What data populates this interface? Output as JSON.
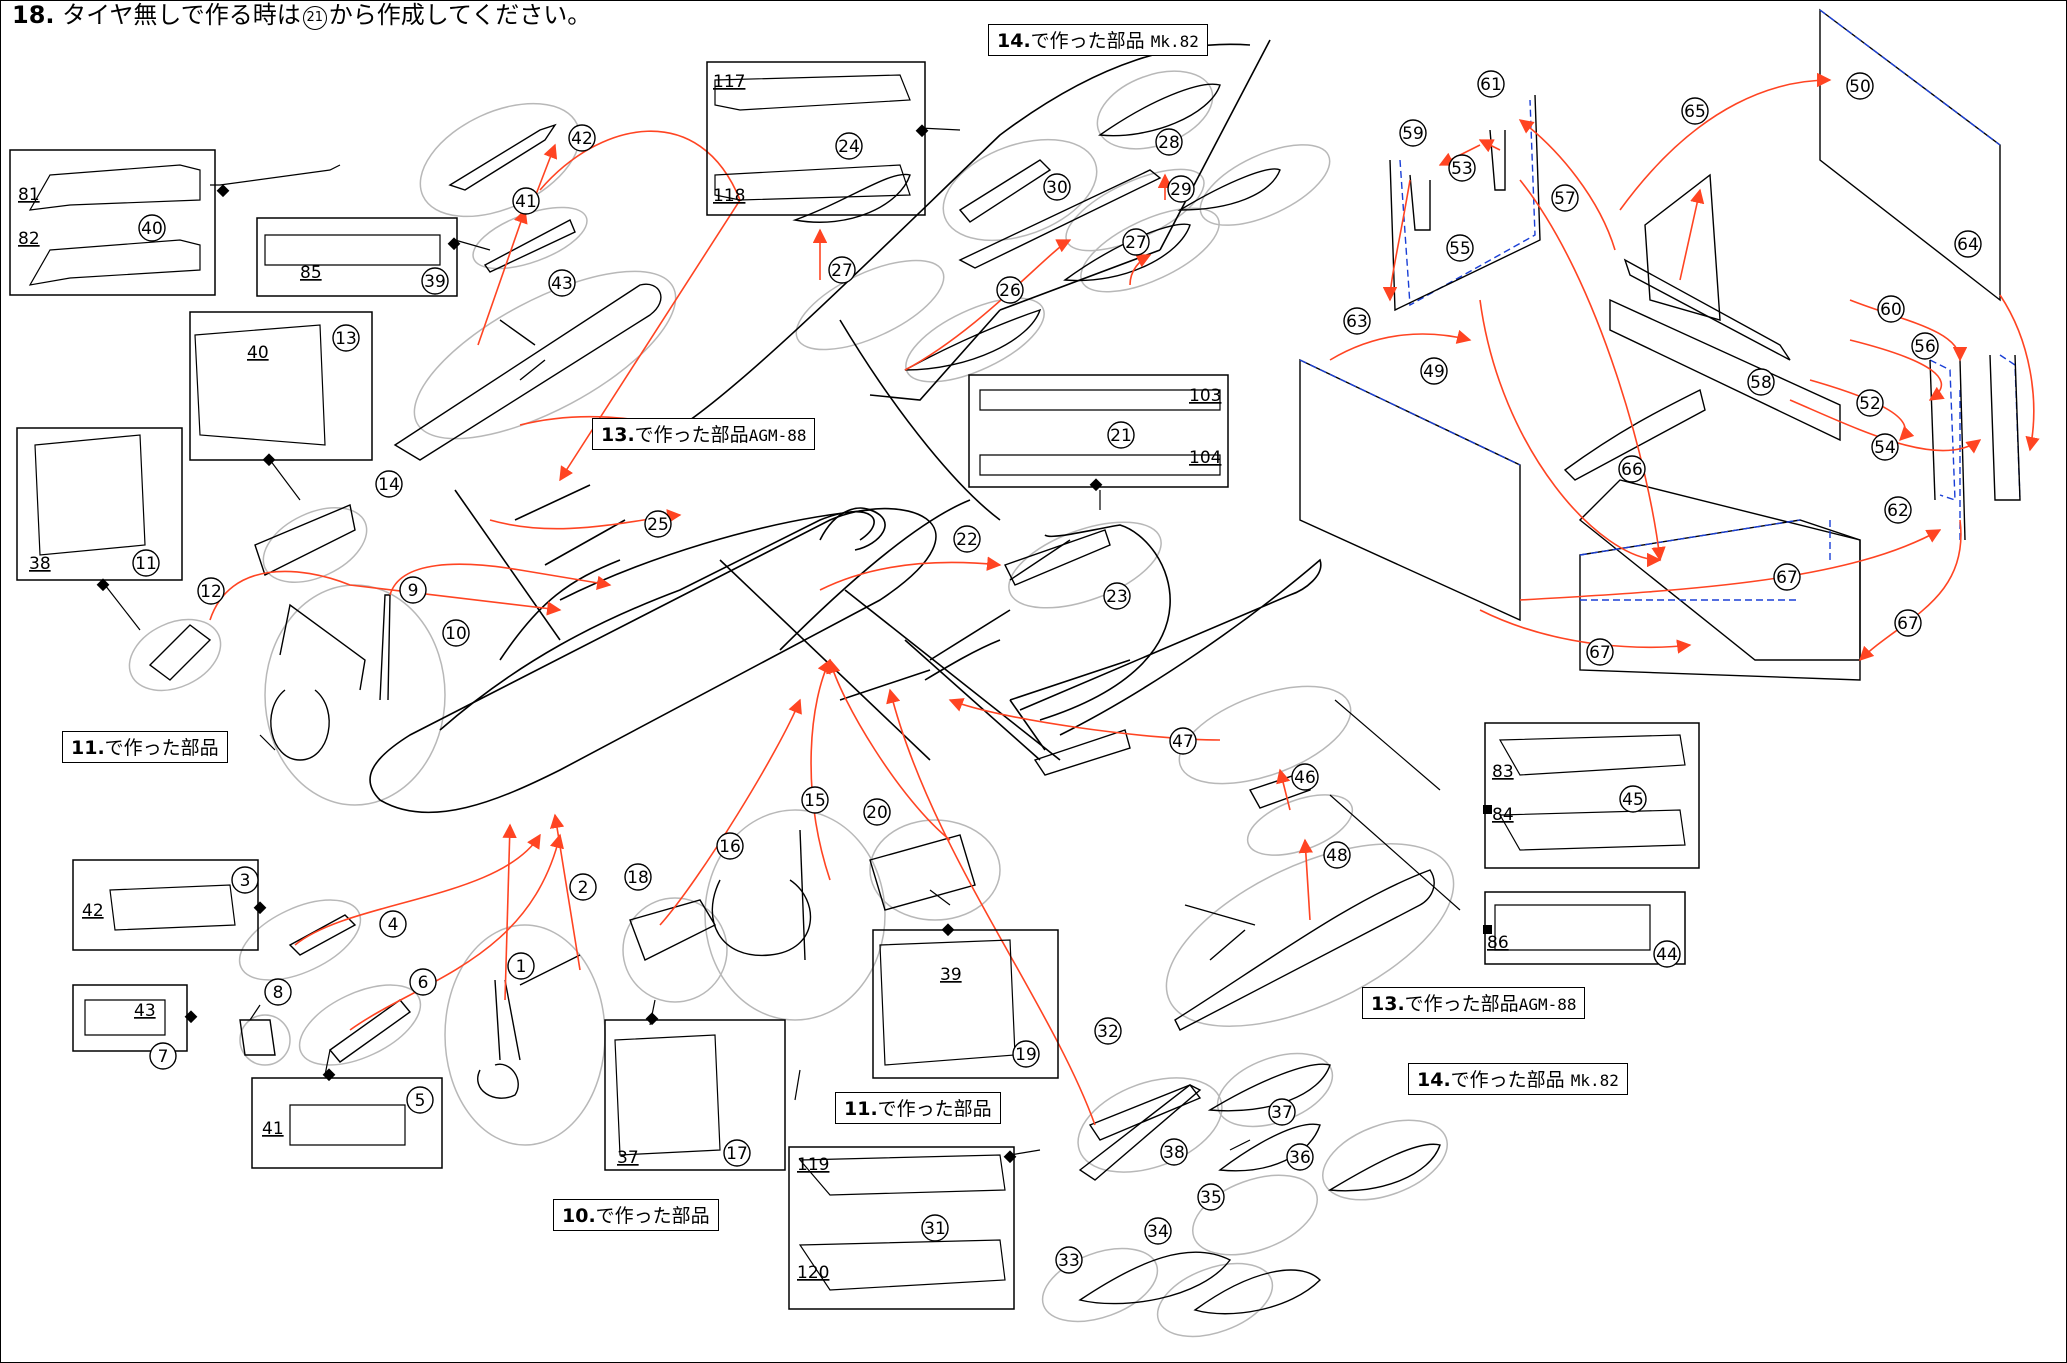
{
  "header": {
    "step": "18.",
    "text_before": "タイヤ無しで作る時は",
    "circled_ref": "21",
    "text_after": "から作成してください。"
  },
  "references": [
    {
      "num": "14.",
      "text": "で作った部品",
      "suffix": "Mk.82"
    },
    {
      "num": "13.",
      "text": "で作った部品",
      "suffix": "AGM-88"
    },
    {
      "num": "11.",
      "text": "で作った部品",
      "suffix": ""
    },
    {
      "num": "13.",
      "text": "で作った部品",
      "suffix": "AGM-88"
    },
    {
      "num": "14.",
      "text": "で作った部品",
      "suffix": "Mk.82"
    },
    {
      "num": "11.",
      "text": "で作った部品",
      "suffix": ""
    },
    {
      "num": "10.",
      "text": "で作った部品",
      "suffix": ""
    }
  ],
  "step_labels": [
    "1",
    "2",
    "3",
    "4",
    "5",
    "6",
    "7",
    "8",
    "9",
    "10",
    "11",
    "12",
    "13",
    "14",
    "15",
    "16",
    "17",
    "18",
    "19",
    "20",
    "21",
    "22",
    "23",
    "24",
    "25",
    "26",
    "27",
    "27",
    "28",
    "29",
    "30",
    "31",
    "32",
    "33",
    "34",
    "35",
    "36",
    "37",
    "38",
    "39",
    "40",
    "41",
    "42",
    "43",
    "44",
    "45",
    "46",
    "47",
    "48",
    "49",
    "50",
    "52",
    "53",
    "54",
    "55",
    "56",
    "57",
    "58",
    "59",
    "60",
    "61",
    "62",
    "63",
    "64",
    "65",
    "66",
    "67",
    "67",
    "67"
  ],
  "part_labels": [
    "81",
    "82",
    "85",
    "40",
    "38",
    "117",
    "118",
    "103",
    "104",
    "42",
    "43",
    "41",
    "39",
    "37",
    "119",
    "120",
    "83",
    "84",
    "86"
  ],
  "colors": {
    "line": "#000000",
    "arrow": "#ff4422",
    "fold": "#1a3fd6",
    "hint": "#b8b8b8"
  }
}
